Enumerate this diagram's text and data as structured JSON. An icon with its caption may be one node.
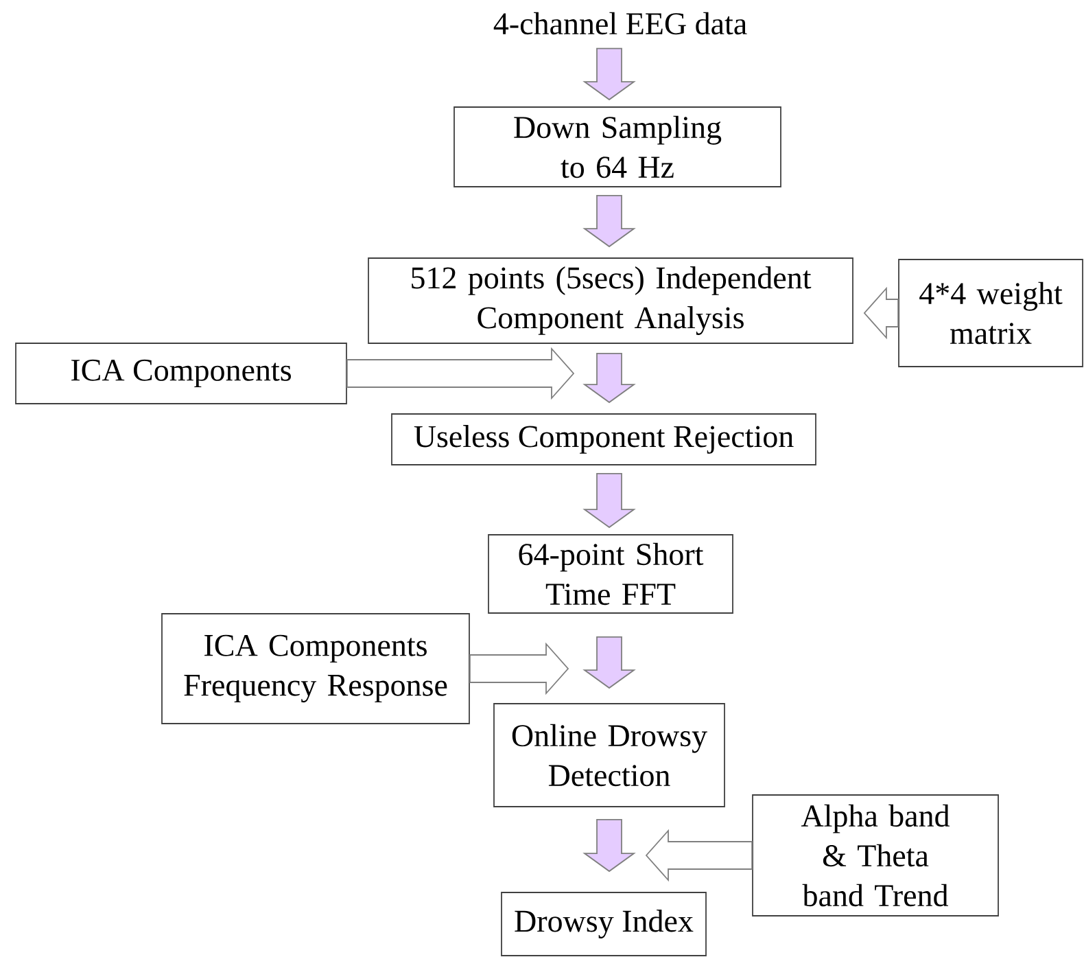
{
  "diagram": {
    "nodes": [
      {
        "text": [
          "4-channel EEG data"
        ]
      },
      {
        "text": [
          "Down Sampling to 64 Hz"
        ]
      },
      {
        "text": [
          "512 points (5secs) Independent Component Analysis"
        ]
      },
      {
        "text": [
          "4*4 weight matrix"
        ]
      },
      {
        "text": [
          "ICA Components"
        ]
      },
      {
        "text": [
          "Useless Component Rejection"
        ]
      },
      {
        "text": [
          "64-point Short Time FFT"
        ]
      },
      {
        "text": [
          "ICA Components Frequency Response"
        ]
      },
      {
        "text": [
          "Online Drowsy Detection"
        ]
      },
      {
        "text": [
          "Alpha band & Theta band Trend"
        ]
      },
      {
        "text": [
          "Drowsy Index"
        ]
      }
    ],
    "edges": [
      {
        "from": 0,
        "to": 1,
        "arrow": "to"
      },
      {
        "from": 1,
        "to": 2,
        "arrow": "to"
      },
      {
        "from": 3,
        "to": 2,
        "arrow": "to",
        "color": "#ffffff"
      },
      {
        "from": 4,
        "to": null,
        "arrow": "to",
        "color": "#ffffff"
      },
      {
        "from": 2,
        "to": 5,
        "arrow": "to"
      },
      {
        "from": 5,
        "to": 6,
        "arrow": "to"
      },
      {
        "from": 7,
        "to": null,
        "arrow": "to",
        "color": "#ffffff"
      },
      {
        "from": 6,
        "to": 8,
        "arrow": "to"
      },
      {
        "from": 8,
        "to": 10,
        "arrow": "to"
      },
      {
        "from": 9,
        "to": null,
        "arrow": "to",
        "color": "#ffffff"
      }
    ]
  }
}
